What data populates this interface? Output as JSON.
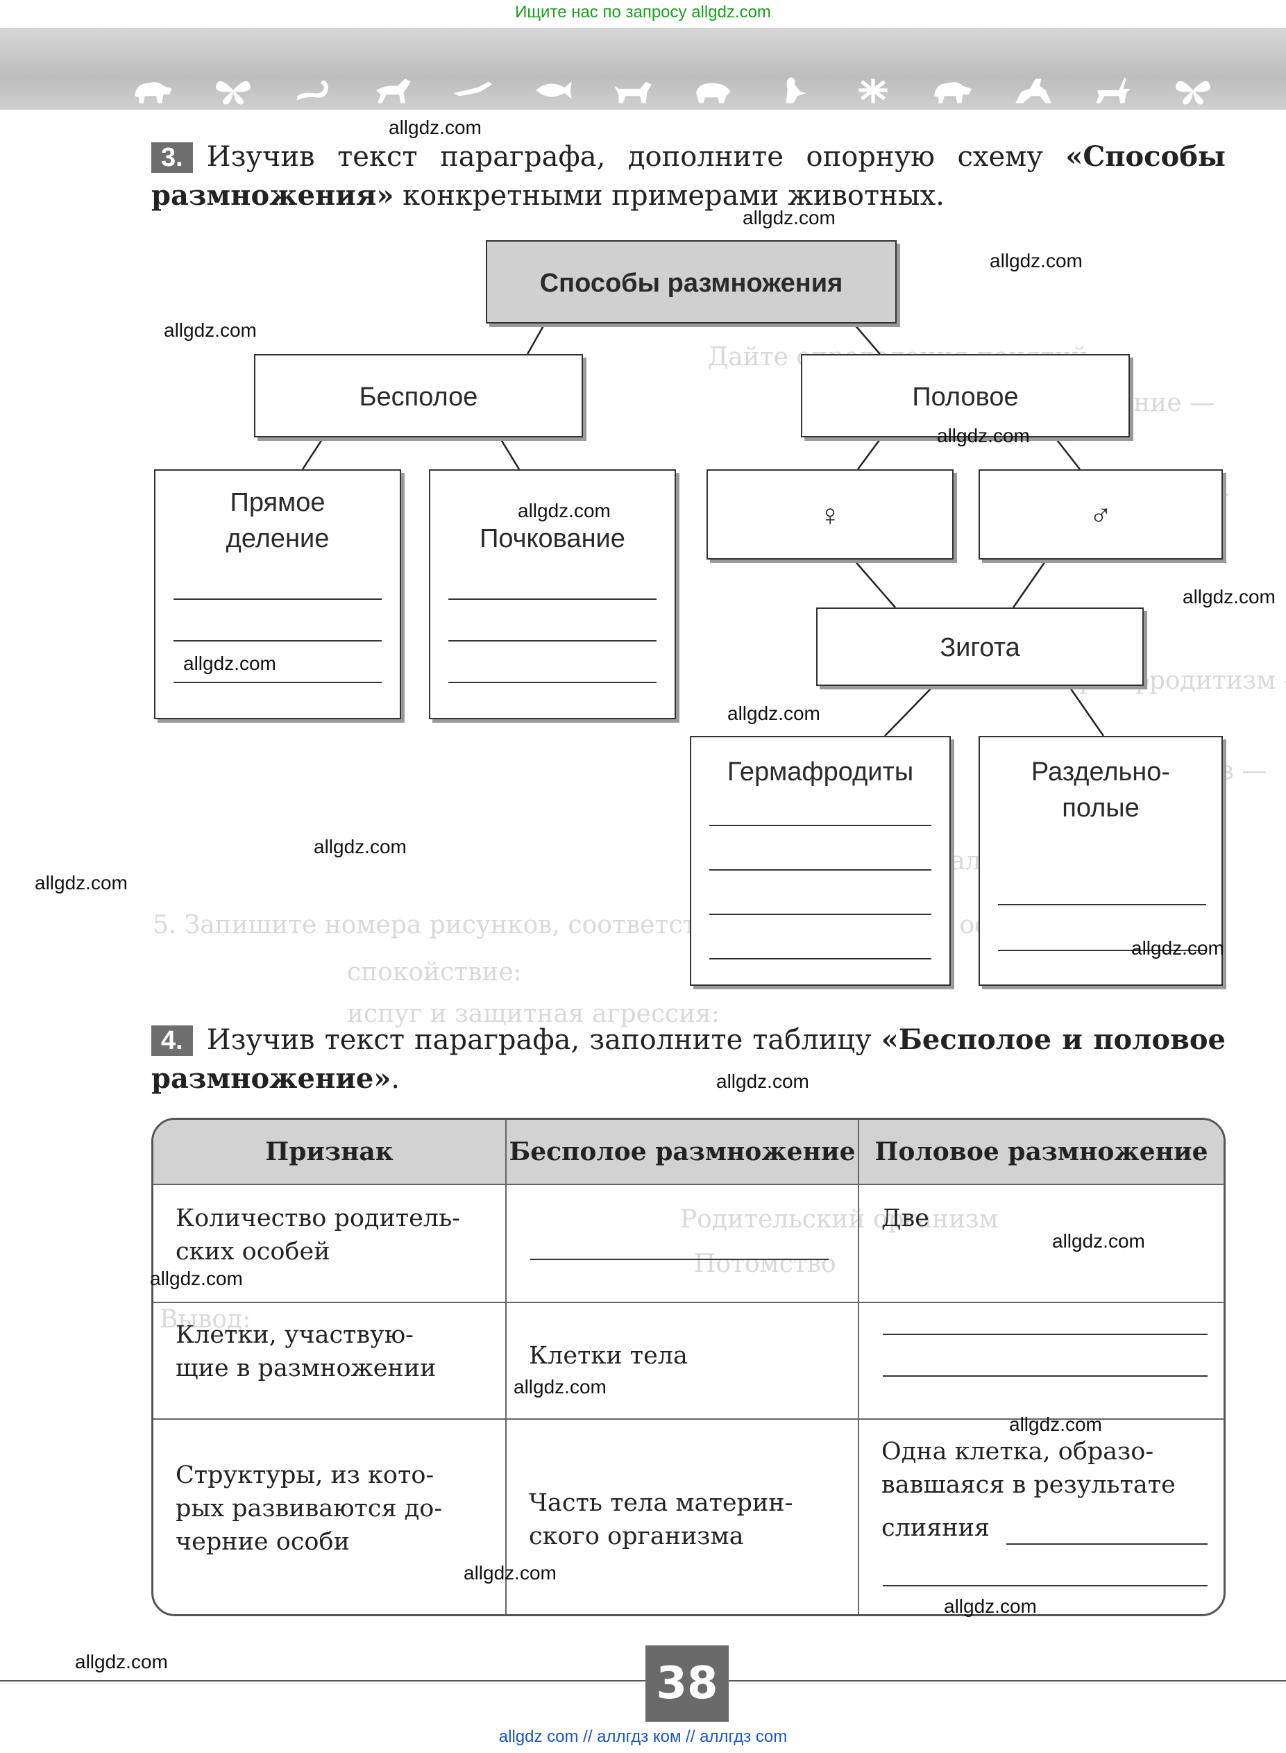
{
  "top_notice": "Ищите нас по запросу allgdz.com",
  "bottom_notice": "allgdz com  //  аллгдз ком  //  аллгдз com",
  "watermark": "allgdz.com",
  "task3": {
    "number": "3.",
    "text_plain": "Изучив текст параграфа, дополните опорную схему ",
    "text_bold": "«Способы размножения»",
    "text_end": " конкретными примерами животных."
  },
  "diagram": {
    "root": "Способы размножения",
    "asexual": "Бесполое",
    "sexual": "Половое",
    "direct_division_1": "Прямое",
    "direct_division_2": "деление",
    "budding": "Почкование",
    "female": "♀",
    "male": "♂",
    "zygote": "Зигота",
    "hermaphrodites": "Гермафродиты",
    "dioecious_1": "Раздельно-",
    "dioecious_2": "полые"
  },
  "task4": {
    "number": "4.",
    "text_plain": "Изучив текст параграфа, заполните таблицу ",
    "text_bold": "«Бесполое и половое размножение»",
    "text_end": "."
  },
  "table": {
    "headers": [
      "Признак",
      "Бесполое размножение",
      "Половое размножение"
    ],
    "rows": [
      {
        "feature": [
          "Количество родитель-",
          "ских особей"
        ],
        "asexual": [],
        "sexual": [
          "Две"
        ]
      },
      {
        "feature": [
          "Клетки, участвую-",
          "щие в размножении"
        ],
        "asexual": [
          "Клетки тела"
        ],
        "sexual": []
      },
      {
        "feature": [
          "Структуры, из кото-",
          "рых развиваются до-",
          "черние особи"
        ],
        "asexual": [
          "Часть тела материн-",
          "ского организма"
        ],
        "sexual": [
          "Одна клетка, образо-",
          "вавшаяся в результате",
          "слияния"
        ]
      }
    ]
  },
  "page_number": "38"
}
